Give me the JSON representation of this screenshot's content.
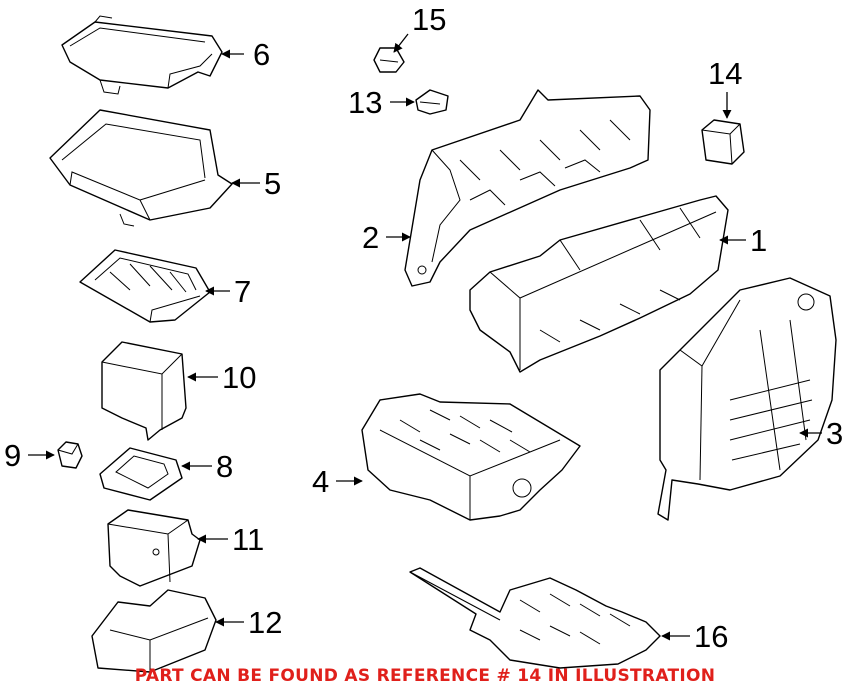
{
  "callouts": {
    "p1": "1",
    "p2": "2",
    "p3": "3",
    "p4": "4",
    "p5": "5",
    "p6": "6",
    "p7": "7",
    "p8": "8",
    "p9": "9",
    "p10": "10",
    "p11": "11",
    "p12": "12",
    "p13": "13",
    "p14": "14",
    "p15": "15",
    "p16": "16"
  },
  "footer": {
    "note": "PART CAN BE FOUND AS REFERENCE # 14 IN ILLUSTRATION"
  },
  "colors": {
    "note_text": "#e0201b",
    "line_art": "#000000"
  }
}
